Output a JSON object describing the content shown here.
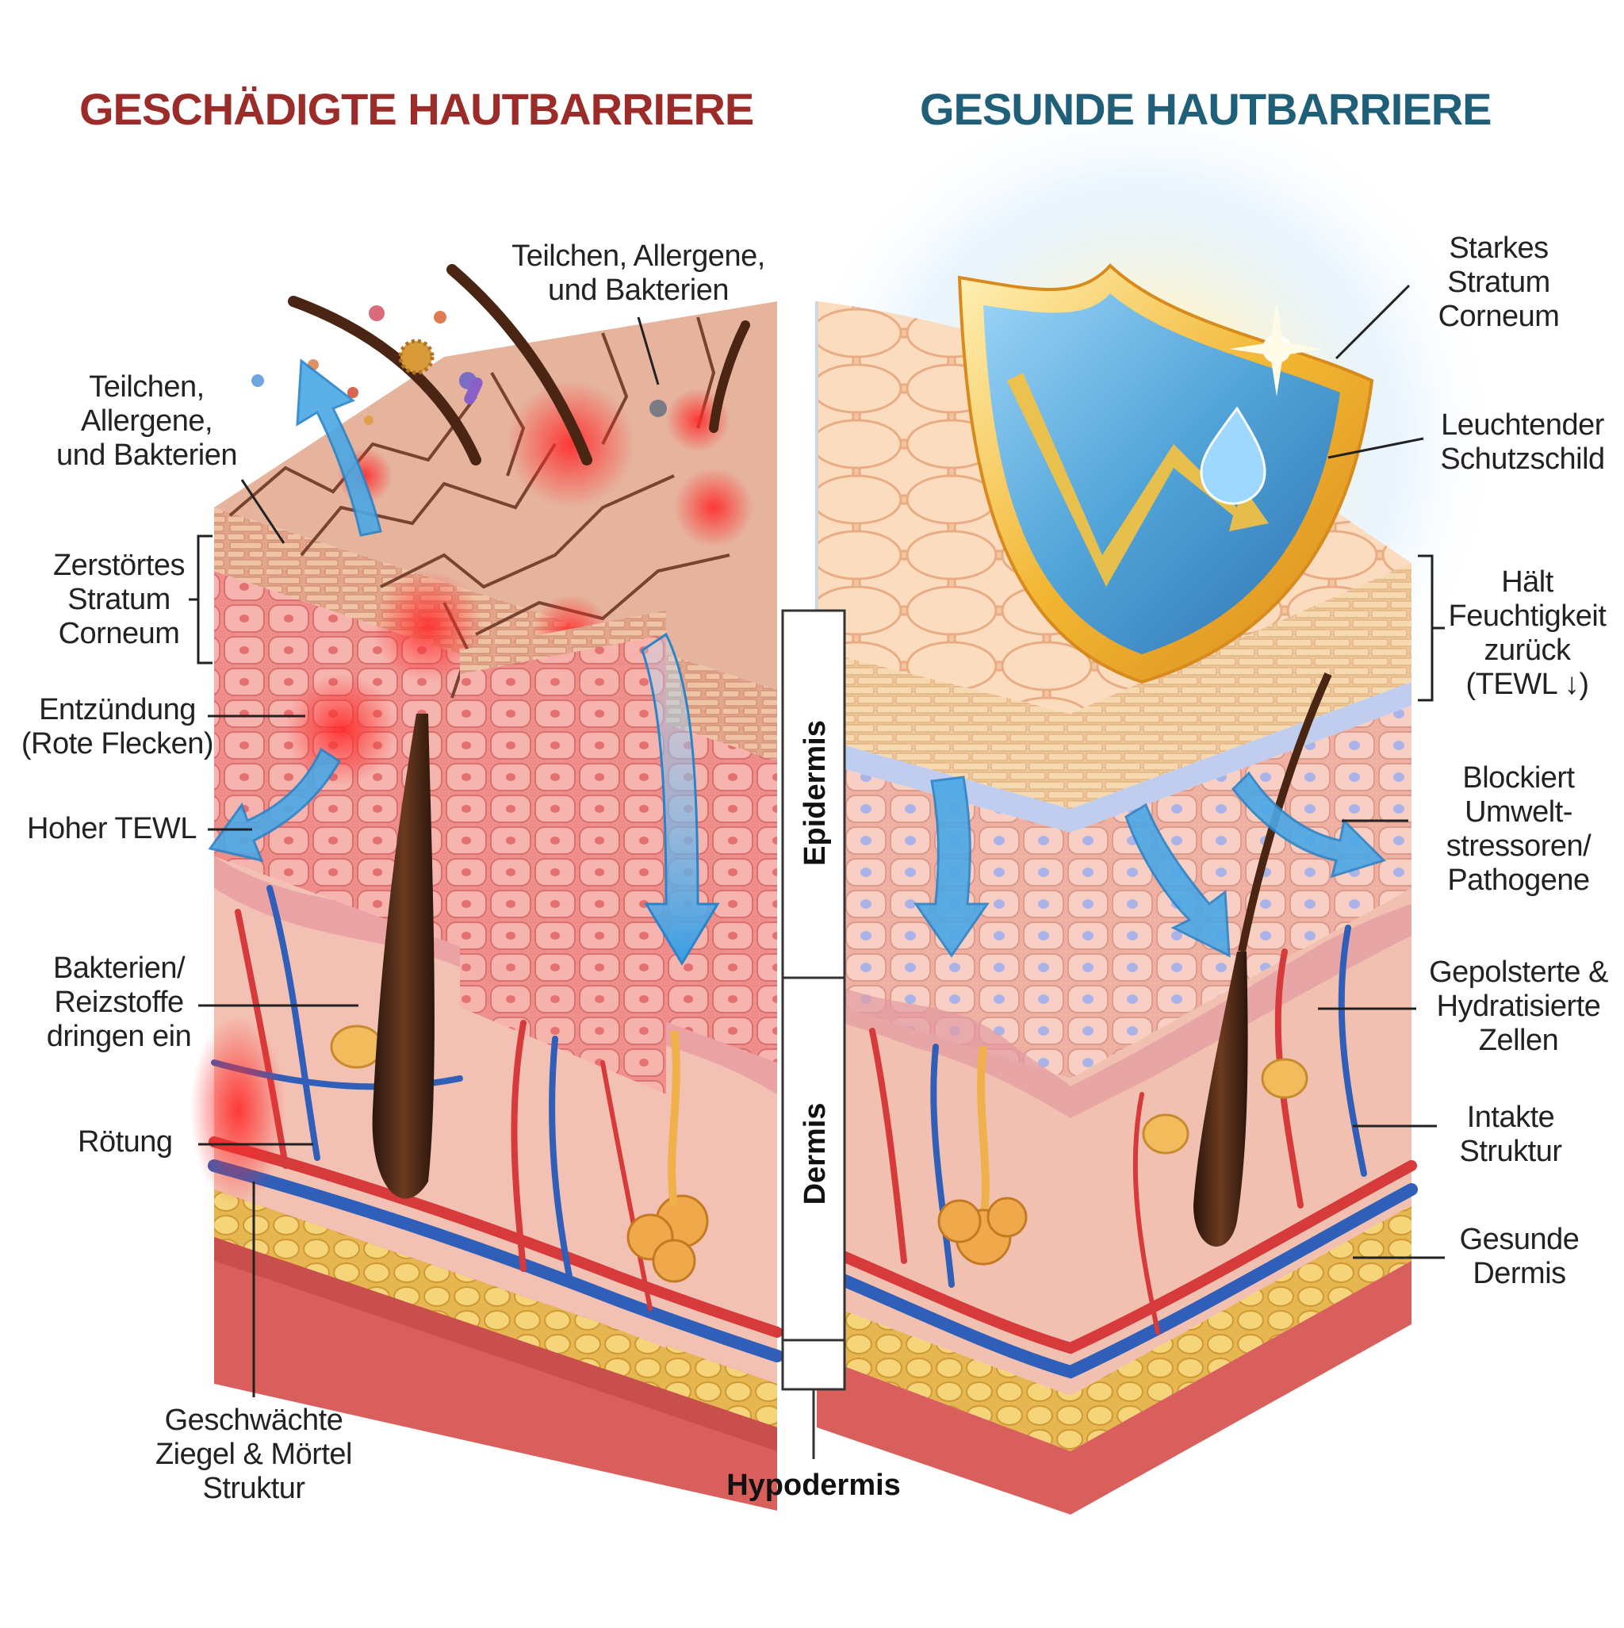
{
  "titles": {
    "damaged": "GESCHÄDIGTE HAUTBARRIERE",
    "healthy": "GESUNDE HAUTBARRIERE"
  },
  "colors": {
    "damaged_title": "#9b2c2a",
    "healthy_title": "#1f5f77",
    "arrow": "#4aa8e6",
    "shield_gold": "#f2b632",
    "vein": "#2f5fb8",
    "artery": "#d63a3a",
    "fat": "#f1c765"
  },
  "layers": {
    "epidermis": "Epidermis",
    "dermis": "Dermis",
    "hypodermis": "Hypodermis"
  },
  "labels_left": {
    "particles_top": "Teilchen, Allergene,\nund Bakterien",
    "particles_side": "Teilchen,\nAllergene,\nund Bakterien",
    "destroyed_sc": "Zerstörtes\nStratum\nCorneum",
    "inflammation": "Entzündung\n(Rote Flecken)",
    "high_tewl": "Hoher TEWL",
    "bacteria_enter": "Bakterien/\nReizstoffe\ndringen ein",
    "redness": "Rötung",
    "weakened_structure": "Geschwächte\nZiegel & Mörtel\nStruktur"
  },
  "labels_right": {
    "strong_sc": "Starkes\nStratum\nCorneum",
    "shield": "Leuchtender\nSchutzschild",
    "retains_moisture": "Hält\nFeuchtigkeit\nzurück\n(TEWL ↓)",
    "blocks_stressors": "Blockiert\nUmwelt-\nstressoren/\nPathogene",
    "padded_cells": "Gepolsterte &\nHydratisierte\nZellen",
    "intact_structure": "Intakte\nStruktur",
    "healthy_dermis": "Gesunde\nDermis"
  }
}
